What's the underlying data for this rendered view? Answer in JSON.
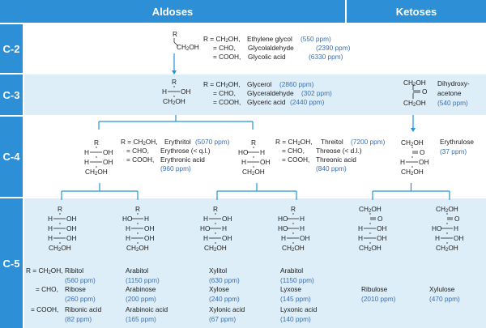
{
  "headers": {
    "aldoses": "Aldoses",
    "ketoses": "Ketoses"
  },
  "row_labels": [
    "C-2",
    "C-3",
    "C-4",
    "C-5"
  ],
  "colors": {
    "header": "#2d8fd5",
    "band": "#ddeef9",
    "ppm": "#3b6fb0",
    "line": "#1f96d8"
  },
  "c2": {
    "structure": {
      "r": "R",
      "ch2oh": "CH2OH"
    },
    "rows": [
      {
        "prefix": "R = CH2OH,",
        "name": "Ethylene glycol",
        "ppm": "(550 ppm)"
      },
      {
        "prefix": "= CHO,",
        "name": "Glycolaldehyde",
        "ppm": "(2390 ppm)"
      },
      {
        "prefix": "= COOH,",
        "name": "Glycolic acid",
        "ppm": "(6330 ppm)"
      }
    ]
  },
  "c3": {
    "structure": {
      "r": "R",
      "h": "H",
      "oh": "OH",
      "ch2oh": "CH2OH"
    },
    "rows": [
      {
        "prefix": "R = CH2OH,",
        "name": "Glycerol",
        "ppm": "(2860 ppm)"
      },
      {
        "prefix": "= CHO,",
        "name": "Glyceraldehyde",
        "ppm": "(302 ppm)"
      },
      {
        "prefix": "= COOH,",
        "name": "Glyceric acid",
        "ppm": "(2440 ppm)"
      }
    ],
    "ketose": {
      "top": "CH2OH",
      "o": "O",
      "bottom": "CH2OH",
      "name1": "Dihydroxy-",
      "name2": "acetone",
      "ppm": "(540 ppm)"
    }
  },
  "c4": {
    "left": {
      "rows": [
        {
          "prefix": "R = CH2OH,",
          "name": "Erythritol",
          "ppm": "(5070 ppm)"
        },
        {
          "prefix": "= CHO,",
          "name": "Erythrose (< q.l.)",
          "ppm": ""
        },
        {
          "prefix": "= COOH,",
          "name": "Erythronic acid",
          "ppm": ""
        }
      ],
      "extra_ppm": "(960 ppm)"
    },
    "right": {
      "rows": [
        {
          "prefix": "R = CH2OH,",
          "name": "Threitol",
          "ppm": "(7200 ppm)"
        },
        {
          "prefix": "= CHO,",
          "name": "Threose (< d.l.)",
          "ppm": ""
        },
        {
          "prefix": "= COOH,",
          "name": "Threonic acid",
          "ppm": ""
        }
      ],
      "extra_ppm": "(840 ppm)"
    },
    "ketose": {
      "name": "Erythrulose",
      "ppm": "(37 ppm)"
    },
    "atoms": {
      "r": "R",
      "h": "H",
      "oh": "OH",
      "ho": "HO",
      "ch2oh": "CH2OH",
      "o": "O"
    }
  },
  "c5": {
    "prefixes": [
      "R = CH2OH,",
      "= CHO,",
      "= COOH,"
    ],
    "columns": [
      {
        "lines": [
          [
            "Ribitol",
            ""
          ],
          [
            "(560 ppm)",
            "ppm"
          ],
          [
            "Ribose",
            ""
          ],
          [
            "(260 ppm)",
            "ppm"
          ],
          [
            "Ribonic acid",
            ""
          ],
          [
            "(82 ppm)",
            "ppm"
          ]
        ]
      },
      {
        "lines": [
          [
            "Arabitol",
            ""
          ],
          [
            "(1150 ppm)",
            "ppm"
          ],
          [
            "Arabinose",
            ""
          ],
          [
            "(200 ppm)",
            "ppm"
          ],
          [
            "Arabinoic acid",
            ""
          ],
          [
            "(165 ppm)",
            "ppm"
          ]
        ]
      },
      {
        "lines": [
          [
            "Xylitol",
            ""
          ],
          [
            "(630 ppm)",
            "ppm"
          ],
          [
            "Xylose",
            ""
          ],
          [
            "(240 ppm)",
            "ppm"
          ],
          [
            "Xylonic acid",
            ""
          ],
          [
            "(67 ppm)",
            "ppm"
          ]
        ]
      },
      {
        "lines": [
          [
            "Arabitol",
            ""
          ],
          [
            "(1150 ppm)",
            "ppm"
          ],
          [
            "Lyxose",
            ""
          ],
          [
            "(145 ppm)",
            "ppm"
          ],
          [
            "Lyxonic acid",
            ""
          ],
          [
            "(140 ppm)",
            "ppm"
          ]
        ]
      }
    ],
    "ketoses": [
      {
        "name": "Ribulose",
        "ppm": "(2010 ppm)"
      },
      {
        "name": "Xylulose",
        "ppm": "(470 ppm)"
      }
    ]
  }
}
